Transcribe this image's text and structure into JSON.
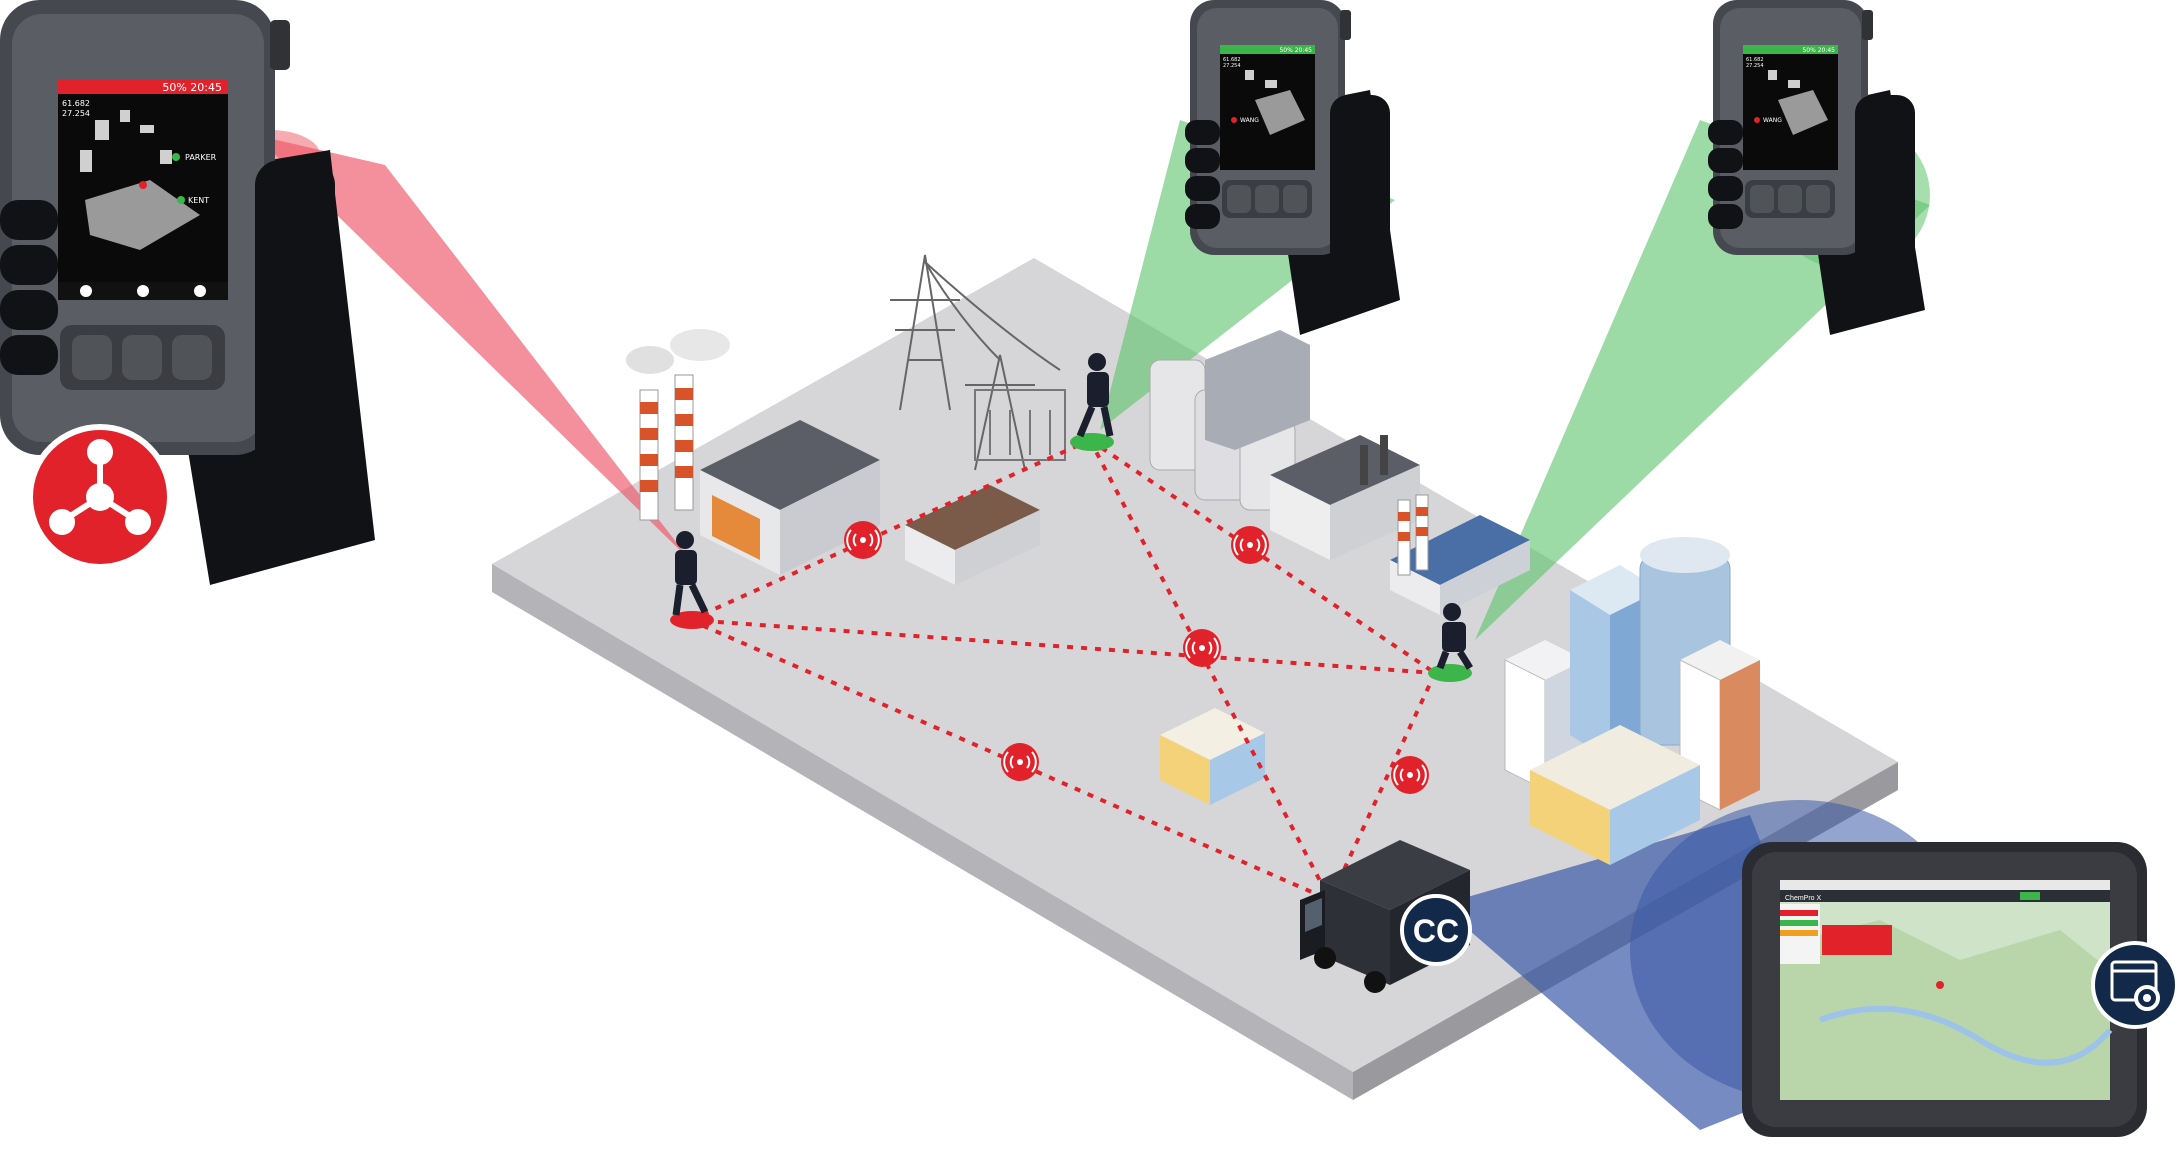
{
  "devices": {
    "red": {
      "status_bar": "50% 20:45",
      "coord_line_1": "61.682",
      "coord_line_2": "27.254",
      "label_1": "PARKER",
      "label_2": "KENT"
    },
    "green_center": {
      "status_bar": "50% 20:45",
      "coord_line_1": "61.682",
      "coord_line_2": "27.254",
      "label_1": "WANG"
    },
    "green_right": {
      "status_bar": "50% 20:45",
      "coord_line_1": "61.682",
      "coord_line_2": "27.254",
      "label_1": "WANG"
    }
  },
  "command_center": {
    "label": "CC"
  },
  "tablet": {
    "app_name": "ChemPro X"
  },
  "colors": {
    "threat_red": "#e2222b",
    "beam_red": "#ee5566",
    "beam_green": "#5cc36a",
    "beam_blue": "#3b5aa6",
    "badge_navy": "#12294a",
    "ground": "#d6d6d8",
    "node_green": "#3cb54a"
  },
  "icons": {
    "hazard_badge": "chemical-hazard-icon",
    "cc_badge": "command-center-badge",
    "settings_badge": "app-settings-icon",
    "relay": "wireless-signal-icon"
  }
}
